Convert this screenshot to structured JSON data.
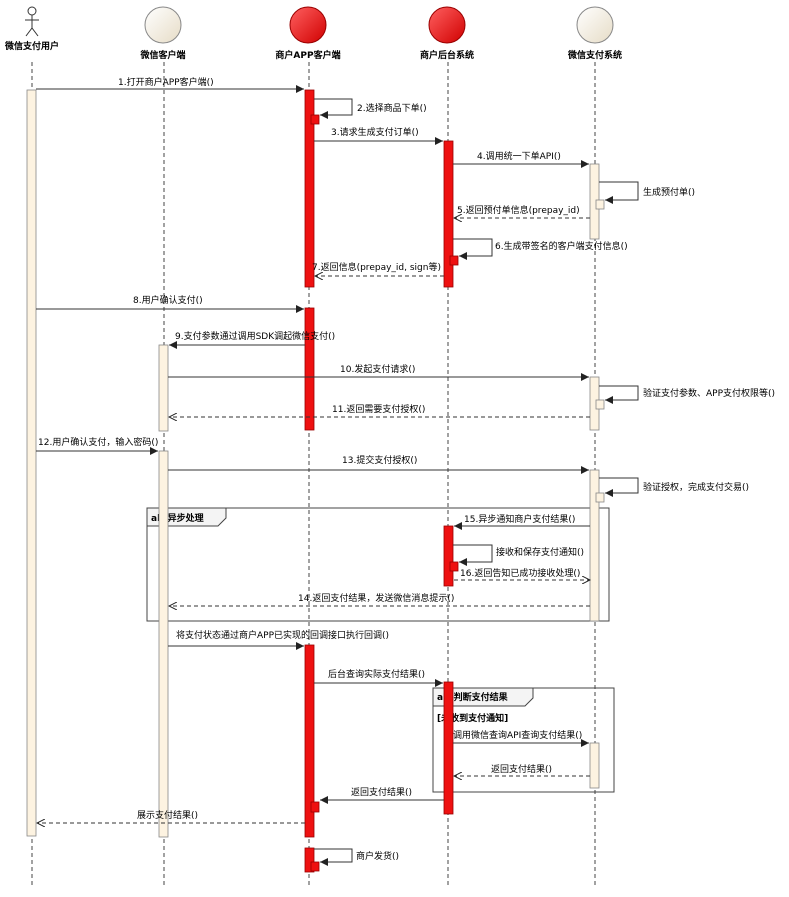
{
  "participants": [
    {
      "id": "user",
      "name": "微信支付用户",
      "kind": "actor"
    },
    {
      "id": "wxclient",
      "name": "微信客户端",
      "kind": "boundary"
    },
    {
      "id": "app",
      "name": "商户APP客户端",
      "kind": "boundary-red"
    },
    {
      "id": "backend",
      "name": "商户后台系统",
      "kind": "boundary-red"
    },
    {
      "id": "wxpay",
      "name": "微信支付系统",
      "kind": "boundary"
    }
  ],
  "messages": [
    {
      "id": "m1",
      "label": "1.打开商户APP客户端()",
      "type": "call"
    },
    {
      "id": "m2",
      "label": "2.选择商品下单()",
      "type": "self"
    },
    {
      "id": "m3",
      "label": "3.请求生成支付订单()",
      "type": "call"
    },
    {
      "id": "m4",
      "label": "4.调用统一下单API()",
      "type": "call"
    },
    {
      "id": "m4s",
      "label": "生成预付单()",
      "type": "self"
    },
    {
      "id": "m5",
      "label": "5.返回预付单信息(prepay_id)",
      "type": "return"
    },
    {
      "id": "m6",
      "label": "6.生成带签名的客户端支付信息()",
      "type": "self"
    },
    {
      "id": "m7",
      "label": "7.返回信息(prepay_id, sign等)",
      "type": "return"
    },
    {
      "id": "m8",
      "label": "8.用户确认支付()",
      "type": "call"
    },
    {
      "id": "m9",
      "label": "9.支付参数通过调用SDK调起微信支付()",
      "type": "call"
    },
    {
      "id": "m10",
      "label": "10.发起支付请求()",
      "type": "call"
    },
    {
      "id": "m10s",
      "label": "验证支付参数、APP支付权限等()",
      "type": "self"
    },
    {
      "id": "m11",
      "label": "11.返回需要支付授权()",
      "type": "return"
    },
    {
      "id": "m12",
      "label": "12.用户确认支付，输入密码()",
      "type": "call"
    },
    {
      "id": "m13",
      "label": "13.提交支付授权()",
      "type": "call"
    },
    {
      "id": "m13s",
      "label": "验证授权，完成支付交易()",
      "type": "self"
    },
    {
      "id": "m15",
      "label": "15.异步通知商户支付结果()",
      "type": "call"
    },
    {
      "id": "m15s",
      "label": "接收和保存支付通知()",
      "type": "self"
    },
    {
      "id": "m16",
      "label": "16.返回告知已成功接收处理()",
      "type": "return"
    },
    {
      "id": "m14",
      "label": "14.返回支付结果，发送微信消息提示()",
      "type": "return"
    },
    {
      "id": "m17",
      "label": "将支付状态通过商户APP已实现的回调接口执行回调()",
      "type": "call"
    },
    {
      "id": "m18",
      "label": "后台查询实际支付结果()",
      "type": "call"
    },
    {
      "id": "m19",
      "label": "调用微信查询API查询支付结果()",
      "type": "call"
    },
    {
      "id": "m20",
      "label": "返回支付结果()",
      "type": "return"
    },
    {
      "id": "m21",
      "label": "返回支付结果()",
      "type": "call"
    },
    {
      "id": "m22",
      "label": "展示支付结果()",
      "type": "return"
    },
    {
      "id": "m23",
      "label": "商户发货()",
      "type": "self"
    }
  ],
  "fragments": [
    {
      "id": "f1",
      "label": "alt 异步处理",
      "guard": ""
    },
    {
      "id": "f2",
      "label": "alt 判断支付结果",
      "guard": "[未收到支付通知]"
    }
  ],
  "colors": {
    "activation_red": "#ee1111",
    "activation_light": "#fdf3e1",
    "head_red": "#e01010",
    "head_light": "#f3ead8"
  }
}
